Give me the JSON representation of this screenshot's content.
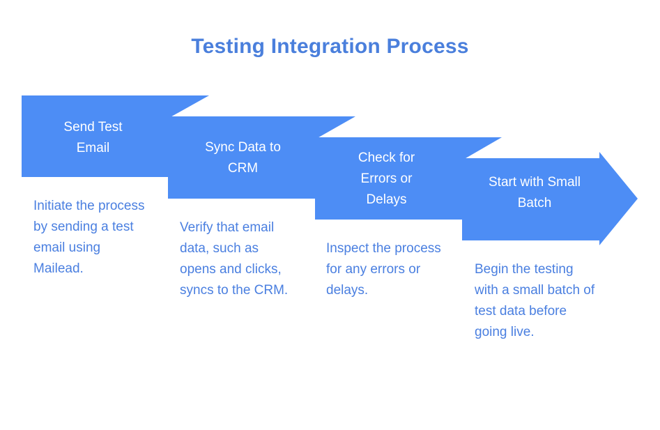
{
  "diagram": {
    "title": "Testing Integration Process",
    "type": "chevron-process-arrow",
    "colors": {
      "block_fill": "#4d8df5",
      "block_label_text": "#ffffff",
      "description_text": "#4a7fe0",
      "title_text": "#4a7fdc",
      "background": "#ffffff"
    },
    "steps": [
      {
        "index": 1,
        "label": "Send Test\nEmail",
        "description": "Initiate the process by sending a test email using Mailead.",
        "shape": "chevron-start"
      },
      {
        "index": 2,
        "label": "Sync Data to\nCRM",
        "description": "Verify that email data, such as opens and clicks, syncs to the CRM.",
        "shape": "chevron-middle"
      },
      {
        "index": 3,
        "label": "Check for\nErrors or\nDelays",
        "description": "Inspect the process for any errors or delays.",
        "shape": "chevron-middle"
      },
      {
        "index": 4,
        "label": "Start with Small\nBatch",
        "description": "Begin the testing with a small batch of test data before going live.",
        "shape": "arrow-end"
      }
    ]
  }
}
